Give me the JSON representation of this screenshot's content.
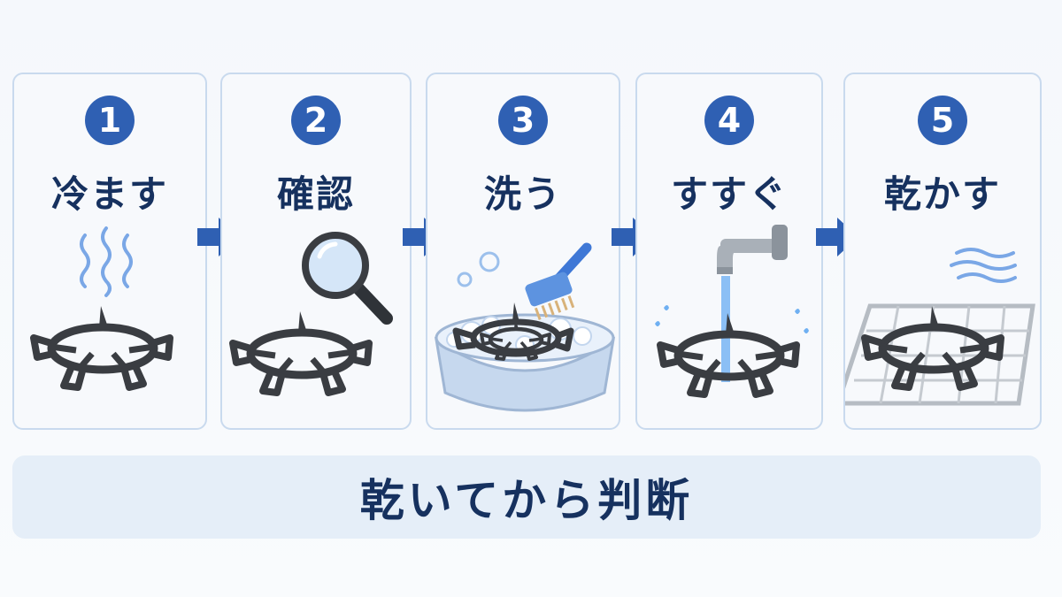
{
  "steps": [
    {
      "number": "1",
      "label": "冷ます",
      "icon": "steam-icon"
    },
    {
      "number": "2",
      "label": "確認",
      "icon": "magnifier-icon"
    },
    {
      "number": "3",
      "label": "洗う",
      "icon": "washing-brush-icon"
    },
    {
      "number": "4",
      "label": "すすぐ",
      "icon": "faucet-icon"
    },
    {
      "number": "5",
      "label": "乾かす",
      "icon": "drying-rack-icon"
    }
  ],
  "summary": "乾いてから判断",
  "colors": {
    "accent": "#2f60b3",
    "title_text": "#16315f",
    "card_border": "#c9daee",
    "banner_bg": "#e5eef8",
    "grate": "#3a3d42"
  }
}
